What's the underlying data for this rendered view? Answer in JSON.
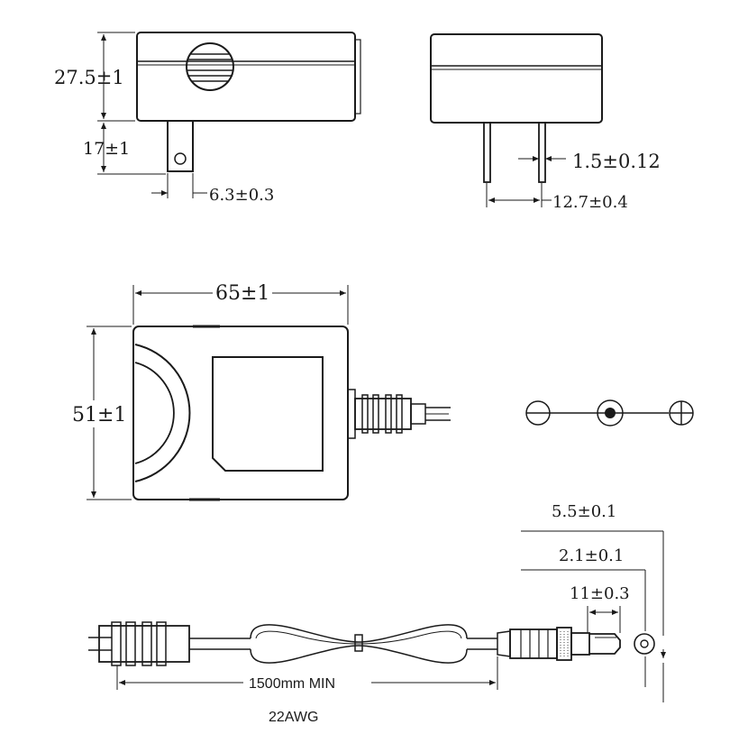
{
  "dimensions": {
    "body_height": "27.5±1",
    "pin_length": "17±1",
    "pin_width": "6.3±0.3",
    "pin_thickness": "1.5±0.12",
    "pin_spacing": "12.7±0.4",
    "body_width": "65±1",
    "body_depth": "51±1",
    "plug_outer_diameter": "5.5±0.1",
    "plug_inner_diameter": "2.1±0.1",
    "plug_length": "11±0.3",
    "cable_length": "1500mm MIN",
    "wire_gauge": "22AWG"
  },
  "colors": {
    "ink": "#1a1a1a",
    "paper": "#ffffff"
  }
}
